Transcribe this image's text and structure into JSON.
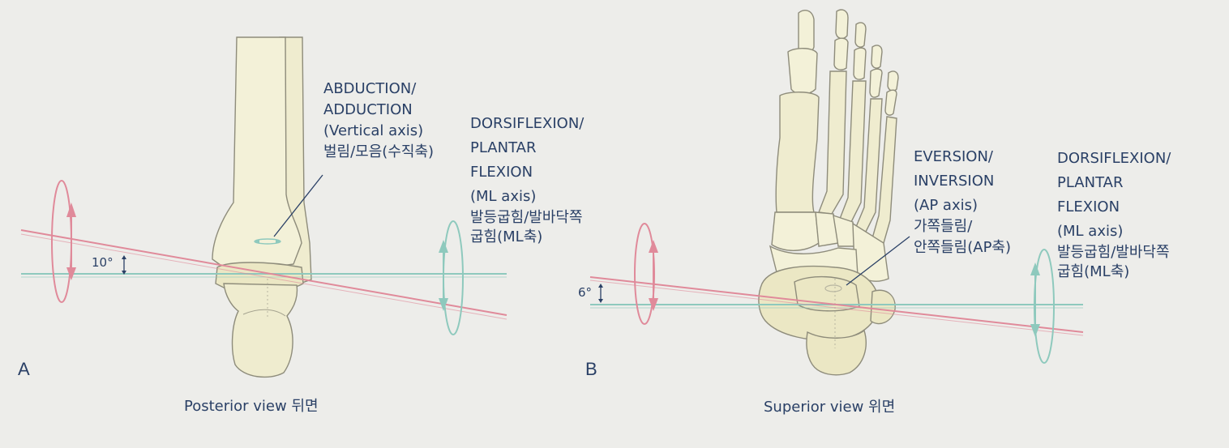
{
  "colors": {
    "background": "#ededea",
    "bone_fill": "#efeccf",
    "bone_stroke": "#8e8c7b",
    "text": "#2a4066",
    "red_axis": "#e08a9a",
    "green_axis": "#8ec9bd"
  },
  "panel_a": {
    "letter": "A",
    "caption": "Posterior view 뒤면",
    "angle_label": "10°",
    "label_vertical": [
      "ABDUCTION/",
      "ADDUCTION",
      "(Vertical axis)",
      "벌림/모음(수직축)"
    ],
    "label_ml": [
      "DORSIFLEXION/",
      "PLANTAR",
      "FLEXION",
      "(ML axis)",
      "발등굽힘/발바닥쪽",
      "굽힘(ML축)"
    ]
  },
  "panel_b": {
    "letter": "B",
    "caption": "Superior view 위면",
    "angle_label": "6°",
    "label_ap": [
      "EVERSION/",
      "INVERSION",
      "(AP axis)",
      "가쪽들림/",
      "안쪽들림(AP축)"
    ],
    "label_ml": [
      "DORSIFLEXION/",
      "PLANTAR",
      "FLEXION",
      "(ML axis)",
      "발등굽힘/발바닥쪽",
      "굽힘(ML축)"
    ]
  }
}
